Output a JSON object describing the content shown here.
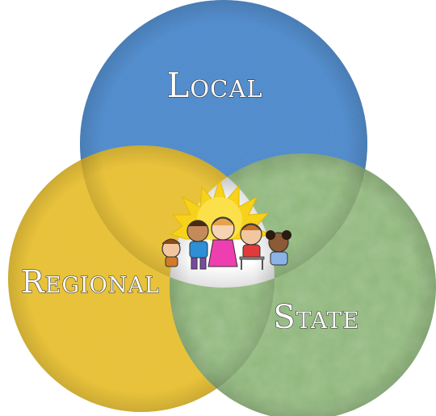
{
  "diagram": {
    "labels": {
      "local": "Local",
      "regional": "Regional",
      "state": "State"
    },
    "colors": {
      "local": "#4a86c8",
      "regional": "#e8c23a",
      "state": "#8fb67a",
      "center": "#ffffff",
      "sun": "#f7d21b"
    },
    "center_image": "cartoon-children-with-sun"
  }
}
